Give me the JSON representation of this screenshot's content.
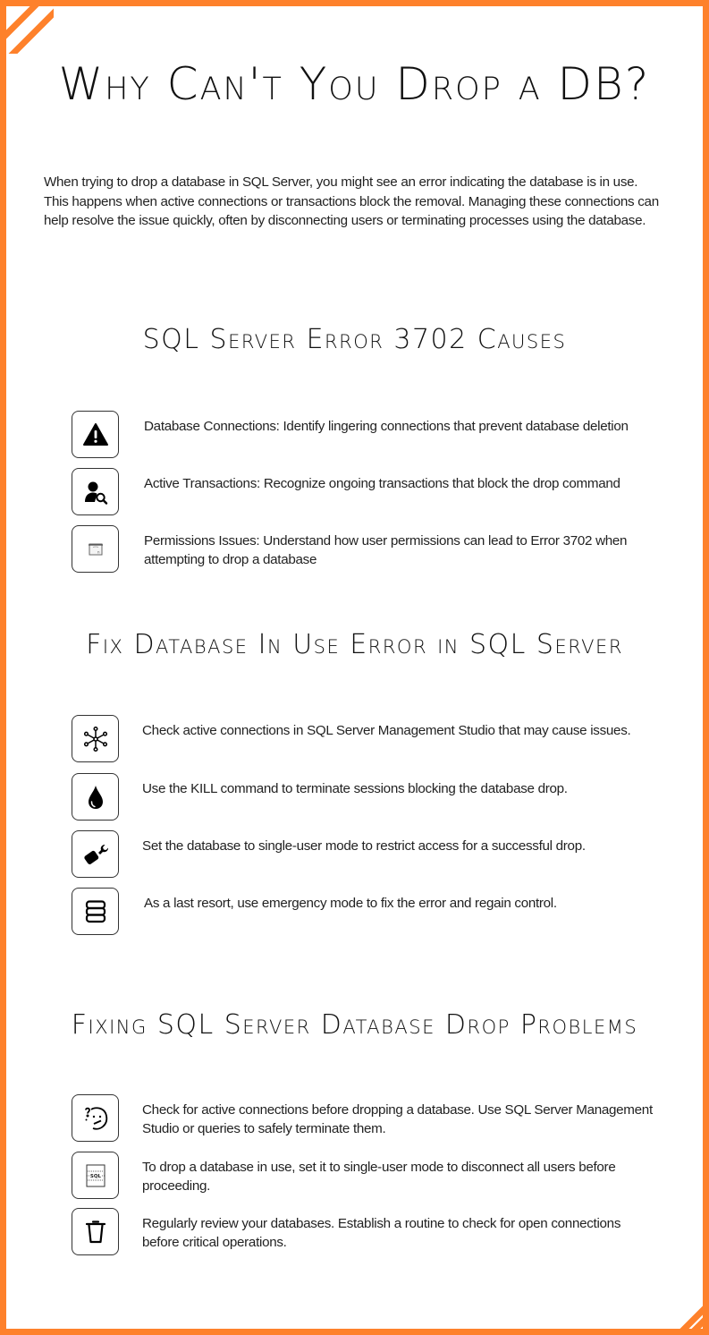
{
  "document": {
    "title": "Why Can't You Drop a DB?",
    "intro": "When trying to drop a database in SQL Server, you might see an error indicating the database is in use. This happens when active connections or transactions block the removal. Managing these connections can help resolve the issue quickly, often by disconnecting users or terminating processes using the database."
  },
  "theme": {
    "accent": "#fe812b",
    "text": "#111111",
    "background": "#ffffff"
  },
  "sections": [
    {
      "title": "SQL Server Error 3702 Causes",
      "items": [
        {
          "icon": "warning-triangle-icon",
          "text": "Database Connections: Identify lingering connections that prevent database deletion"
        },
        {
          "icon": "user-search-icon",
          "text": "Active Transactions: Recognize ongoing transactions that block the drop command"
        },
        {
          "icon": "package-icon",
          "text": "Permissions Issues: Understand how user permissions can lead to Error 3702 when attempting to drop a database"
        }
      ]
    },
    {
      "title": "Fix Database In Use Error in SQL Server",
      "items": [
        {
          "icon": "network-hub-icon",
          "text": "Check active connections in SQL Server Management Studio that may cause issues."
        },
        {
          "icon": "drop-icon",
          "text": "Use the KILL command to terminate sessions blocking the database drop."
        },
        {
          "icon": "wrench-tool-icon",
          "text": "Set the database to single-user mode to restrict access for a successful drop."
        },
        {
          "icon": "database-stack-icon",
          "text": "As a last resort, use emergency mode to fix the error and regain control."
        }
      ]
    },
    {
      "title": "Fixing SQL Server Database Drop Problems",
      "items": [
        {
          "icon": "confused-face-icon",
          "text": "Check for active connections before dropping a database. Use SQL Server Management Studio or queries to safely terminate them."
        },
        {
          "icon": "sql-file-icon",
          "text": "To drop a database in use, set it to single-user mode to disconnect all users before proceeding.",
          "icon_label": "SQL"
        },
        {
          "icon": "trash-icon",
          "text": "Regularly review your databases. Establish a routine to check for open connections before critical operations."
        }
      ]
    }
  ]
}
